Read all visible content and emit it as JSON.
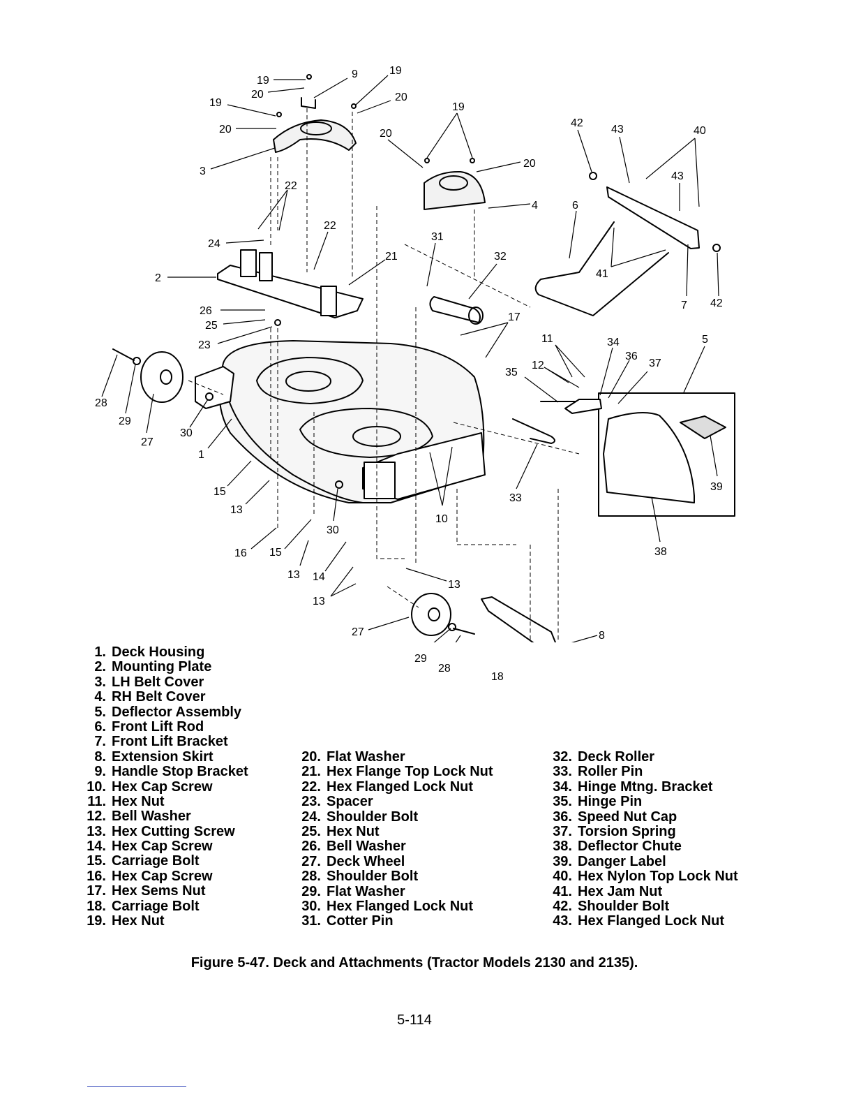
{
  "diagram": {
    "callouts": [
      "1",
      "2",
      "3",
      "4",
      "5",
      "6",
      "7",
      "8",
      "9",
      "10",
      "11",
      "12",
      "13",
      "14",
      "15",
      "16",
      "17",
      "18",
      "19",
      "20",
      "21",
      "22",
      "23",
      "24",
      "25",
      "26",
      "27",
      "28",
      "29",
      "30",
      "31",
      "32",
      "33",
      "34",
      "35",
      "36",
      "37",
      "38",
      "39",
      "40",
      "41",
      "42",
      "43"
    ]
  },
  "legend": {
    "column1": [
      {
        "num": "1.",
        "label": "Deck Housing"
      },
      {
        "num": "2.",
        "label": "Mounting Plate"
      },
      {
        "num": "3.",
        "label": "LH Belt Cover"
      },
      {
        "num": "4.",
        "label": "RH Belt Cover"
      },
      {
        "num": "5.",
        "label": "Deflector Assembly"
      },
      {
        "num": "6.",
        "label": "Front Lift Rod"
      },
      {
        "num": "7.",
        "label": "Front Lift Bracket"
      },
      {
        "num": "8.",
        "label": "Extension Skirt"
      },
      {
        "num": "9.",
        "label": "Handle Stop Bracket"
      },
      {
        "num": "10.",
        "label": "Hex Cap Screw"
      },
      {
        "num": "11.",
        "label": "Hex Nut"
      },
      {
        "num": "12.",
        "label": "Bell Washer"
      },
      {
        "num": "13.",
        "label": "Hex Cutting Screw"
      },
      {
        "num": "14.",
        "label": "Hex Cap Screw"
      },
      {
        "num": "15.",
        "label": "Carriage Bolt"
      },
      {
        "num": "16.",
        "label": "Hex Cap Screw"
      },
      {
        "num": "17.",
        "label": "Hex Sems Nut"
      },
      {
        "num": "18.",
        "label": "Carriage Bolt"
      },
      {
        "num": "19.",
        "label": "Hex Nut"
      }
    ],
    "column2": [
      {
        "num": "20.",
        "label": "Flat Washer"
      },
      {
        "num": "21.",
        "label": "Hex Flange Top Lock Nut"
      },
      {
        "num": "22.",
        "label": "Hex Flanged Lock Nut"
      },
      {
        "num": "23.",
        "label": "Spacer"
      },
      {
        "num": "24.",
        "label": "Shoulder Bolt"
      },
      {
        "num": "25.",
        "label": "Hex Nut"
      },
      {
        "num": "26.",
        "label": "Bell Washer"
      },
      {
        "num": "27.",
        "label": "Deck Wheel"
      },
      {
        "num": "28.",
        "label": "Shoulder Bolt"
      },
      {
        "num": "29.",
        "label": "Flat Washer"
      },
      {
        "num": "30.",
        "label": "Hex Flanged Lock Nut"
      },
      {
        "num": "31.",
        "label": "Cotter Pin"
      }
    ],
    "column3": [
      {
        "num": "32.",
        "label": "Deck Roller"
      },
      {
        "num": "33.",
        "label": "Roller Pin"
      },
      {
        "num": "34.",
        "label": "Hinge Mtng. Bracket"
      },
      {
        "num": "35.",
        "label": "Hinge Pin"
      },
      {
        "num": "36.",
        "label": "Speed Nut Cap"
      },
      {
        "num": "37.",
        "label": "Torsion Spring"
      },
      {
        "num": "38.",
        "label": "Deflector Chute"
      },
      {
        "num": "39.",
        "label": "Danger Label"
      },
      {
        "num": "40.",
        "label": "Hex Nylon Top Lock Nut"
      },
      {
        "num": "41.",
        "label": "Hex Jam Nut"
      },
      {
        "num": "42.",
        "label": "Shoulder Bolt"
      },
      {
        "num": "43.",
        "label": "Hex Flanged Lock Nut"
      }
    ]
  },
  "caption": "Figure 5-47. Deck and Attachments (Tractor Models 2130 and 2135).",
  "page_number": "5-114"
}
